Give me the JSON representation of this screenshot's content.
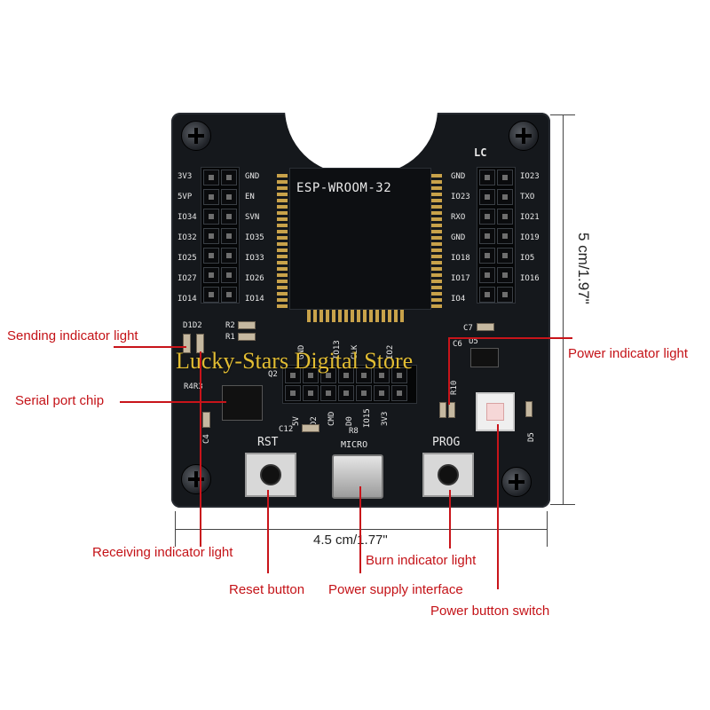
{
  "board": {
    "module_label": "ESP-WROOM-32",
    "logo": "LC",
    "button_rst": "RST",
    "button_prog": "PROG",
    "usb_label": "MICRO",
    "left_outer_pins": [
      "3V3",
      "5VP",
      "IO34",
      "IO32",
      "IO25",
      "IO27",
      "IO14"
    ],
    "left_inner_pins": [
      "GND",
      "EN",
      "SVN",
      "IO35",
      "IO33",
      "IO26",
      "IO14"
    ],
    "right_inner_pins": [
      "GND",
      "IO23",
      "RXO",
      "GND",
      "IO18",
      "IO17",
      "IO4"
    ],
    "right_outer_pins": [
      "IO23",
      "TXO",
      "IO21",
      "IO19",
      "IO5",
      "IO16",
      ""
    ],
    "bottom_top_pins": [
      "GND",
      "IO13",
      "CLK",
      "IO2",
      ""
    ],
    "bottom_bottom_pins": [
      "5V",
      "D2",
      "CMD",
      "D0",
      "IO15",
      "3V3"
    ],
    "smd_labels": {
      "led_left": "D1D2",
      "r2": "R2",
      "r1": "R1",
      "r4r3": "R4R3",
      "q2": "Q2",
      "c12": "C12",
      "r8": "R8",
      "c4": "C4",
      "c7": "C7",
      "c6": "C6",
      "u5": "U5",
      "r10": "R10",
      "d5": "D5"
    }
  },
  "callouts": {
    "sending_led": "Sending indicator light",
    "serial_chip": "Serial port chip",
    "receiving_led": "Receiving indicator light",
    "reset_button": "Reset button",
    "power_supply": "Power supply interface",
    "burn_led": "Burn indicator light",
    "power_switch": "Power button switch",
    "power_led": "Power indicator light"
  },
  "dimensions": {
    "width": "4.5 cm/1.77\"",
    "height": "5 cm/1.97\""
  },
  "watermark": "Lucky-Stars Digital Store",
  "colors": {
    "callout": "#c41217",
    "board": "#15181c",
    "watermark": "#e2bd33"
  }
}
